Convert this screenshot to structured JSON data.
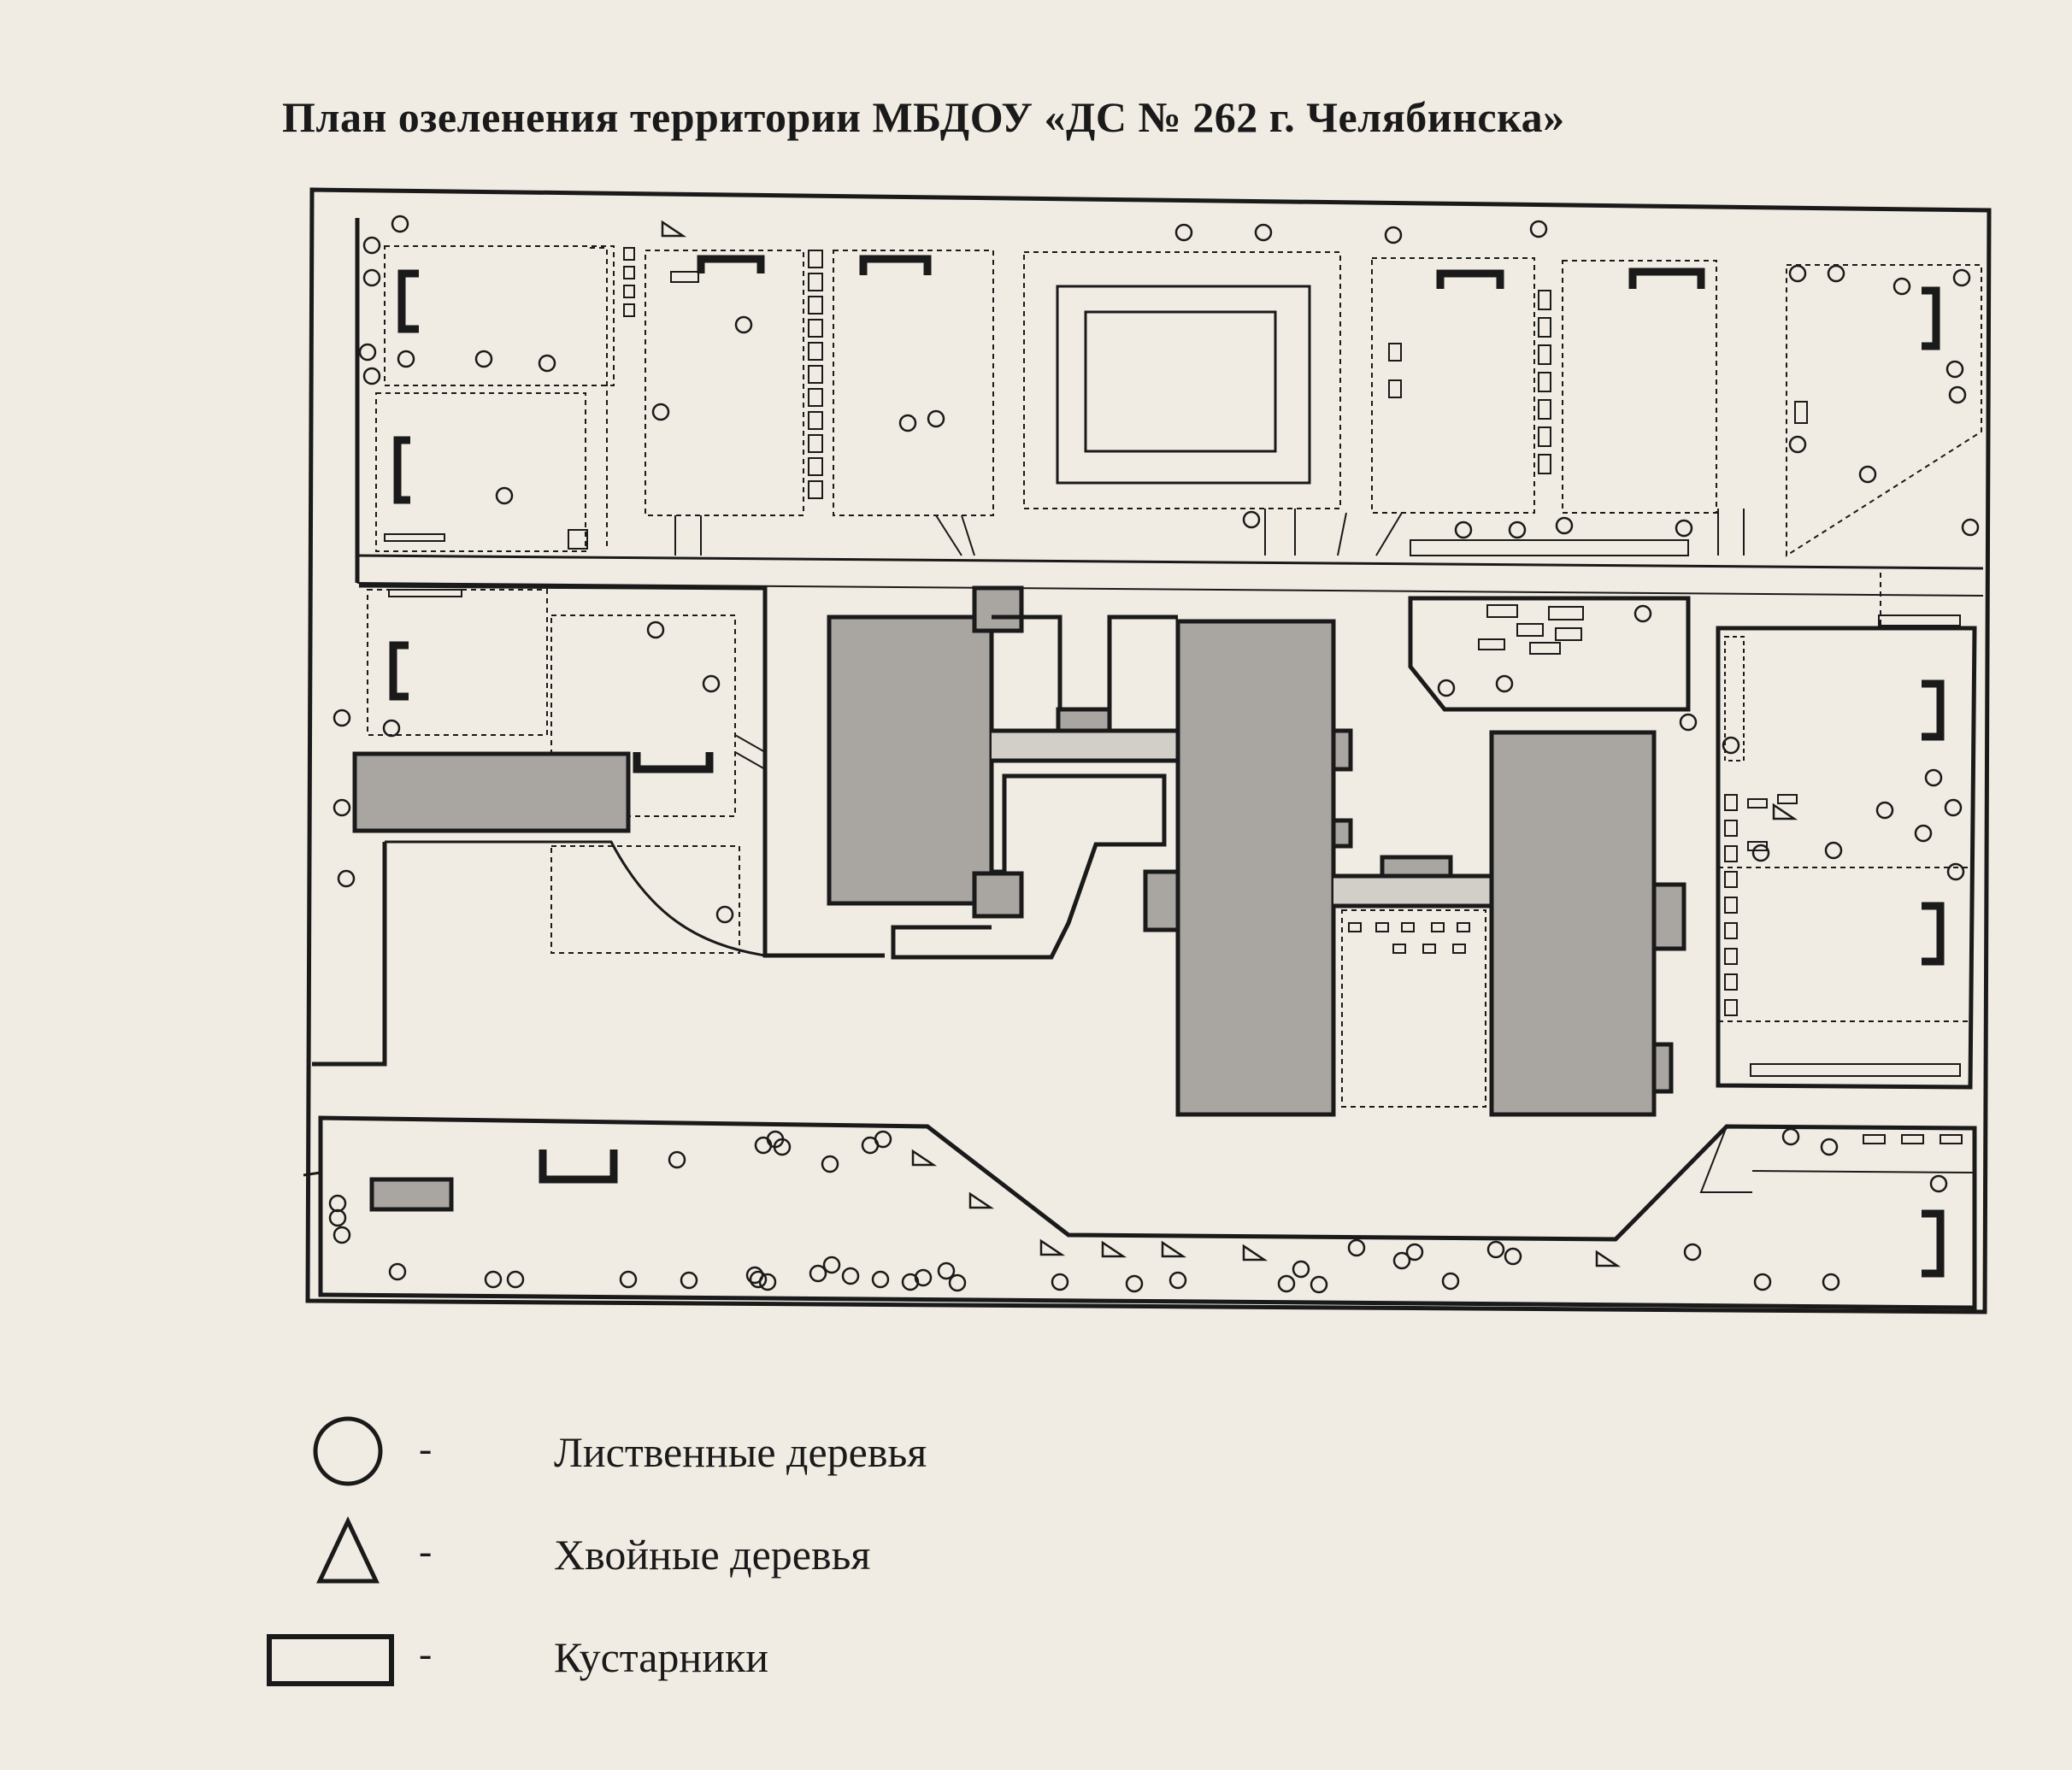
{
  "title": "План озеленения территории МБДОУ «ДС № 262 г. Челябинска»",
  "legend": [
    {
      "symbol": "circle",
      "dash": "-",
      "label": "Лиственные деревья"
    },
    {
      "symbol": "triangle",
      "dash": "-",
      "label": "Хвойные деревья"
    },
    {
      "symbol": "rectangle",
      "dash": "-",
      "label": "Кустарники"
    }
  ],
  "colors": {
    "background": "#f1ece3",
    "line": "#1a1a1a",
    "building_fill": "#a9a6a1",
    "shrub_fill": "#b6b2ad"
  }
}
